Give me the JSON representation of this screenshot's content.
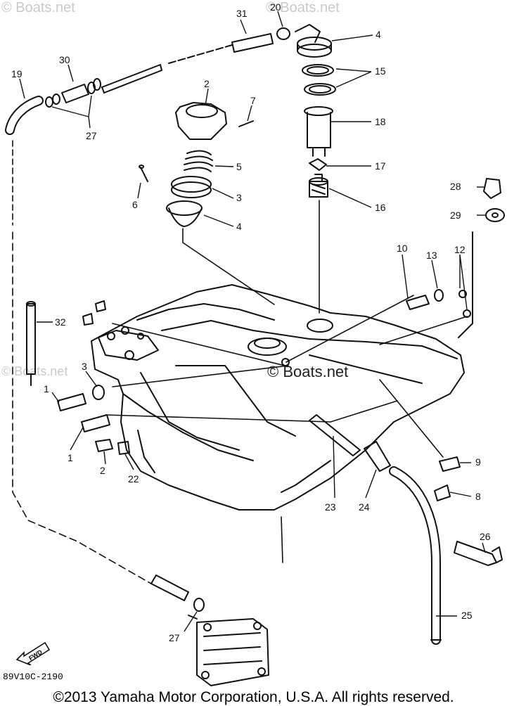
{
  "watermarks": {
    "top_left": "© Boats.net",
    "top_right": "© Boats.net",
    "mid_left": "© Boats.net",
    "center": "© Boats.net"
  },
  "callouts": [
    "31",
    "20",
    "4",
    "15",
    "2",
    "7",
    "18",
    "5",
    "17",
    "3",
    "6",
    "16",
    "4",
    "28",
    "29",
    "30",
    "19",
    "27",
    "10",
    "13",
    "12",
    "32",
    "3",
    "1",
    "1",
    "2",
    "22",
    "9",
    "8",
    "23",
    "24",
    "26",
    "25",
    "27"
  ],
  "drawing_code": "89V10C-2190",
  "fwd_label": "FWD",
  "copyright": "©2013 Yamaha Motor Corporation, U.S.A. All rights reserved.",
  "colors": {
    "line": "#111111",
    "watermark": "#c9c9c9",
    "background": "#ffffff"
  }
}
